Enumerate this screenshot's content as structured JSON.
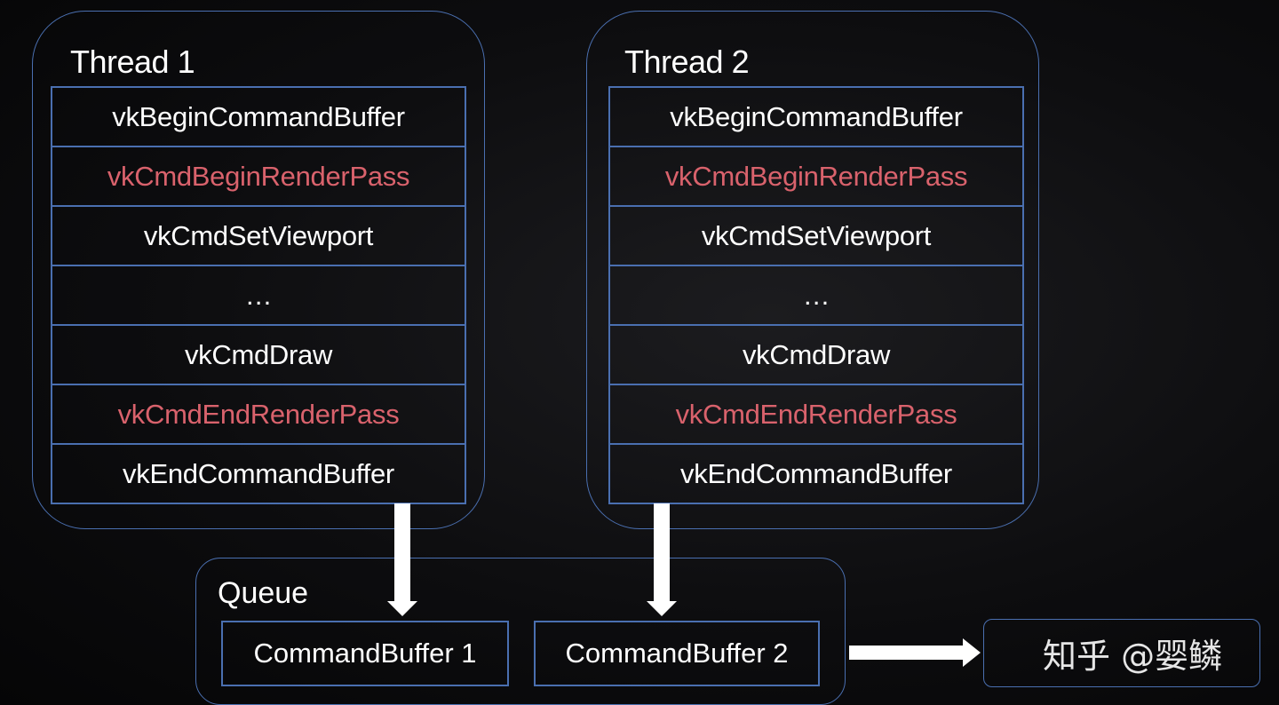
{
  "threads": [
    {
      "title": "Thread 1",
      "commands": [
        {
          "label": "vkBeginCommandBuffer"
        },
        {
          "label": "vkCmdBeginRenderPass"
        },
        {
          "label": "vkCmdSetViewport"
        },
        {
          "label": "…"
        },
        {
          "label": "vkCmdDraw"
        },
        {
          "label": "vkCmdEndRenderPass"
        },
        {
          "label": "vkEndCommandBuffer"
        }
      ]
    },
    {
      "title": "Thread 2",
      "commands": [
        {
          "label": "vkBeginCommandBuffer"
        },
        {
          "label": "vkCmdBeginRenderPass"
        },
        {
          "label": "vkCmdSetViewport"
        },
        {
          "label": "…"
        },
        {
          "label": "vkCmdDraw"
        },
        {
          "label": "vkCmdEndRenderPass"
        },
        {
          "label": "vkEndCommandBuffer"
        }
      ]
    }
  ],
  "queue": {
    "title": "Queue",
    "buffers": [
      "CommandBuffer 1",
      "CommandBuffer 2"
    ]
  },
  "watermark": "知乎 @婴鳞",
  "colors": {
    "border": "#4a6fb0",
    "render_pass_text": "#d9626c",
    "text": "#ffffff",
    "background": "#0d0d0f"
  }
}
